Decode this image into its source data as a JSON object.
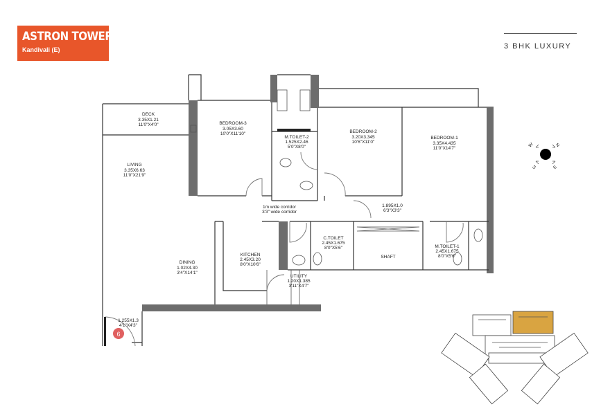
{
  "header": {
    "project_name": "ASTRON TOWER",
    "location": "Kandivali (E)",
    "unit_type": "3 BHK LUXURY",
    "brand_color": "#e8562a"
  },
  "compass": {
    "north": "N",
    "east": "E",
    "south": "S",
    "west": "W"
  },
  "rooms": {
    "deck": {
      "name": "DECK",
      "metric": "3.35X1.21",
      "imperial": "11'0\"X4'0\""
    },
    "living": {
      "name": "LIVING",
      "metric": "3.35X6.63",
      "imperial": "11'0\"X21'9\""
    },
    "bedroom3": {
      "name": "BEDROOM-3",
      "metric": "3.05X3.60",
      "imperial": "10'0\"X11'10\""
    },
    "mtoilet2": {
      "name": "M.TOILET-2",
      "metric": "1.525X2.46",
      "imperial": "5'0\"X8'0\""
    },
    "bedroom2": {
      "name": "BEDROOM-2",
      "metric": "3.20X3.345",
      "imperial": "10'6\"X11'0\""
    },
    "bedroom1": {
      "name": "BEDROOM-1",
      "metric": "3.35X4.435",
      "imperial": "11'0\"X14'7\""
    },
    "corridor": {
      "line1": "1m wide corridor",
      "line2": "3'3\" wide corridor"
    },
    "passage": {
      "metric": "1.895X1.0",
      "imperial": "6'3\"X3'3\""
    },
    "ctoilet": {
      "name": "C.TOILET",
      "metric": "2.45X1.675",
      "imperial": "8'0\"X5'6\""
    },
    "shaft": {
      "name": "SHAFT"
    },
    "mtoilet1": {
      "name": "M.TOILET-1",
      "metric": "2.45X1.675",
      "imperial": "8'0\"X5'6\""
    },
    "kitchen": {
      "name": "KITCHEN",
      "metric": "2.45X3.20",
      "imperial": "8'0\"X10'6\""
    },
    "utility": {
      "name": "UTILITY",
      "metric": "1.20X1.385",
      "imperial": "3'11\"X4'7\""
    },
    "dining": {
      "name": "DINING",
      "metric": "1.02X4.30",
      "imperial": "3'4\"X14'1\""
    },
    "foyer": {
      "metric": "1.255X1.3",
      "imperial": "4'1\"X4'3\""
    }
  },
  "unit_marker": {
    "number": "6",
    "color": "#e06060"
  },
  "key_plan": {
    "highlight_color": "#d9a441"
  }
}
